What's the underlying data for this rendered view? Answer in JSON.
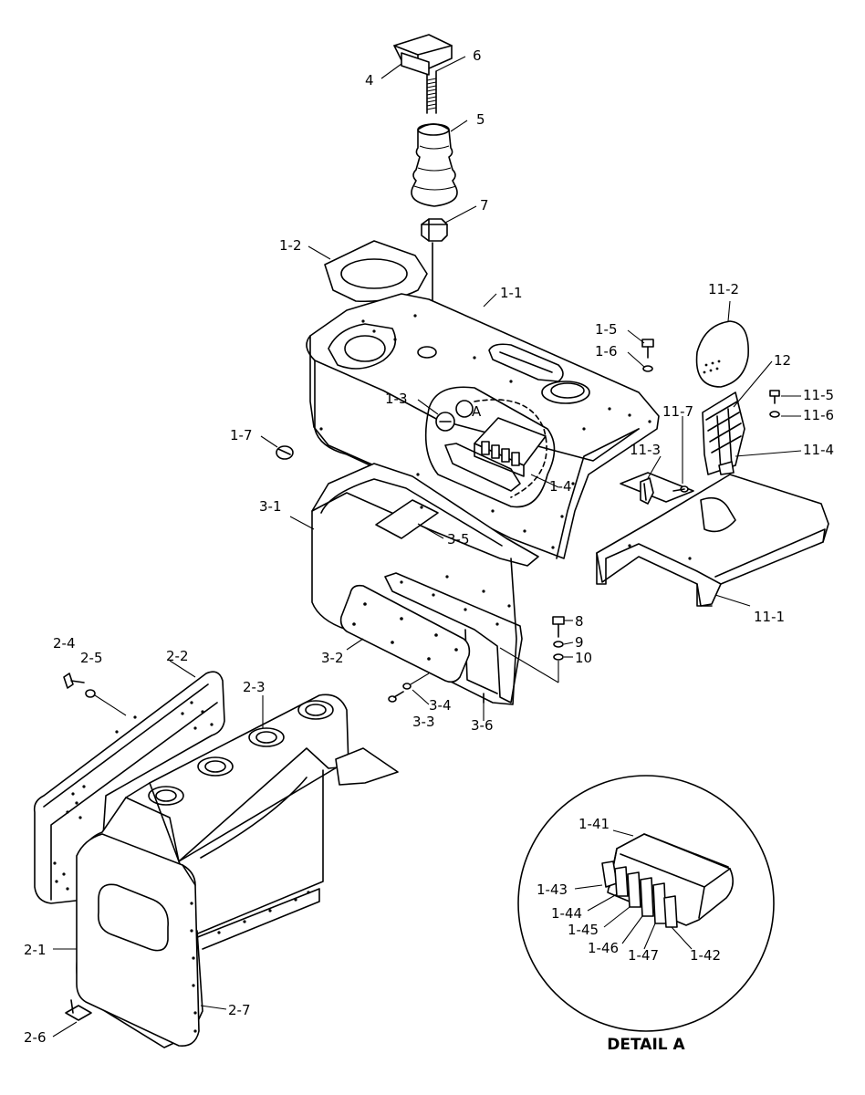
{
  "diagram": {
    "caption": "DETAIL A",
    "view_marker": "A",
    "labels": [
      {
        "id": "l-4",
        "text": "4"
      },
      {
        "id": "l-6",
        "text": "6"
      },
      {
        "id": "l-5",
        "text": "5"
      },
      {
        "id": "l-7",
        "text": "7"
      },
      {
        "id": "l-1-2",
        "text": "1-2"
      },
      {
        "id": "l-1-1",
        "text": "1-1"
      },
      {
        "id": "l-1-5",
        "text": "1-5"
      },
      {
        "id": "l-1-6",
        "text": "1-6"
      },
      {
        "id": "l-1-3",
        "text": "1-3"
      },
      {
        "id": "l-1-4",
        "text": "1-4"
      },
      {
        "id": "l-1-7",
        "text": "1-7"
      },
      {
        "id": "l-11-2",
        "text": "11-2"
      },
      {
        "id": "l-12",
        "text": "12"
      },
      {
        "id": "l-11-5",
        "text": "11-5"
      },
      {
        "id": "l-11-6",
        "text": "11-6"
      },
      {
        "id": "l-11-7",
        "text": "11-7"
      },
      {
        "id": "l-11-4",
        "text": "11-4"
      },
      {
        "id": "l-11-3",
        "text": "11-3"
      },
      {
        "id": "l-11-1",
        "text": "11-1"
      },
      {
        "id": "l-3-1",
        "text": "3-1"
      },
      {
        "id": "l-3-5",
        "text": "3-5"
      },
      {
        "id": "l-8",
        "text": "8"
      },
      {
        "id": "l-9",
        "text": "9"
      },
      {
        "id": "l-10",
        "text": "10"
      },
      {
        "id": "l-3-2",
        "text": "3-2"
      },
      {
        "id": "l-3-4",
        "text": "3-4"
      },
      {
        "id": "l-3-3",
        "text": "3-3"
      },
      {
        "id": "l-3-6",
        "text": "3-6"
      },
      {
        "id": "l-2-4",
        "text": "2-4"
      },
      {
        "id": "l-2-5",
        "text": "2-5"
      },
      {
        "id": "l-2-2",
        "text": "2-2"
      },
      {
        "id": "l-2-3",
        "text": "2-3"
      },
      {
        "id": "l-2-1",
        "text": "2-1"
      },
      {
        "id": "l-2-7",
        "text": "2-7"
      },
      {
        "id": "l-2-6",
        "text": "2-6"
      },
      {
        "id": "l-1-41",
        "text": "1-41"
      },
      {
        "id": "l-1-43",
        "text": "1-43"
      },
      {
        "id": "l-1-44",
        "text": "1-44"
      },
      {
        "id": "l-1-45",
        "text": "1-45"
      },
      {
        "id": "l-1-46",
        "text": "1-46"
      },
      {
        "id": "l-1-47",
        "text": "1-47"
      },
      {
        "id": "l-1-42",
        "text": "1-42"
      }
    ]
  }
}
